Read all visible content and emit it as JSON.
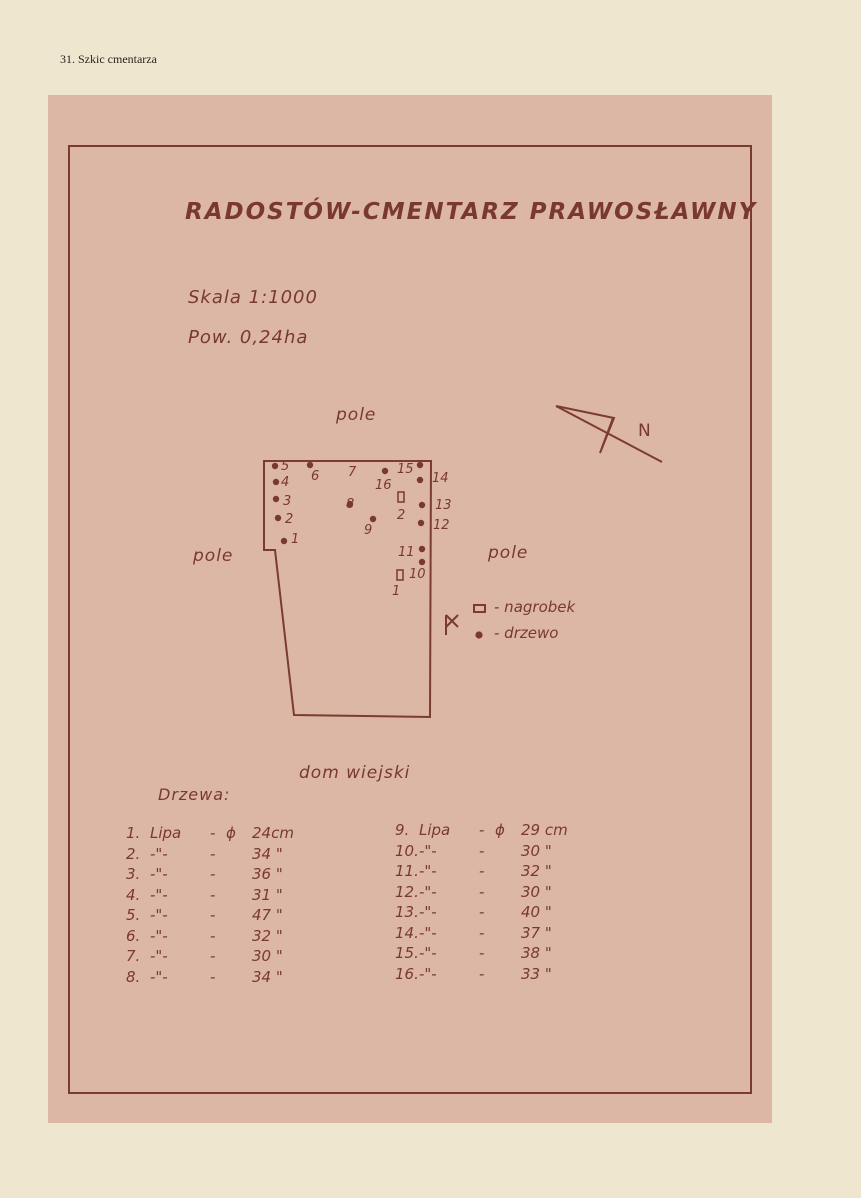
{
  "page": {
    "caption": "31. Szkic cmentarza"
  },
  "map": {
    "title": "RADOSTÓW-CMENTARZ PRAWOSŁAWNY",
    "scale": "Skala 1:1000",
    "area": "Pow. 0,24ha",
    "north_label": "N",
    "labels": {
      "top": "pole",
      "left": "pole",
      "right": "pole",
      "bottom": "dom wiejski"
    },
    "legend": {
      "grave": "- nagrobek",
      "tree": "- drzewo"
    },
    "tree_numbers": [
      "5",
      "4",
      "3",
      "2",
      "1",
      "6",
      "7",
      "8",
      "9",
      "16",
      "15",
      "14",
      "13",
      "12",
      "11",
      "10"
    ],
    "grave_numbers": [
      "2",
      "1"
    ]
  },
  "trees": {
    "heading": "Drzewa:",
    "left": [
      {
        "no": "1.",
        "species": "Lipa",
        "dash": "-",
        "phi": "ϕ",
        "size": "24cm"
      },
      {
        "no": "2.",
        "species": "-\"-",
        "dash": "-",
        "phi": "",
        "size": "34 \""
      },
      {
        "no": "3.",
        "species": "-\"-",
        "dash": "-",
        "phi": "",
        "size": "36 \""
      },
      {
        "no": "4.",
        "species": "-\"-",
        "dash": "-",
        "phi": "",
        "size": "31 \""
      },
      {
        "no": "5.",
        "species": "-\"-",
        "dash": "-",
        "phi": "",
        "size": "47 \""
      },
      {
        "no": "6.",
        "species": "-\"-",
        "dash": "-",
        "phi": "",
        "size": "32 \""
      },
      {
        "no": "7.",
        "species": "-\"-",
        "dash": "-",
        "phi": "",
        "size": "30 \""
      },
      {
        "no": "8.",
        "species": "-\"-",
        "dash": "-",
        "phi": "",
        "size": "34 \""
      }
    ],
    "right": [
      {
        "no": "9.",
        "species": "Lipa",
        "dash": "-",
        "phi": "ϕ",
        "size": "29 cm"
      },
      {
        "no": "10.",
        "species": "-\"-",
        "dash": "-",
        "phi": "",
        "size": "30 \""
      },
      {
        "no": "11.",
        "species": "-\"-",
        "dash": "-",
        "phi": "",
        "size": "32 \""
      },
      {
        "no": "12.",
        "species": "-\"-",
        "dash": "-",
        "phi": "",
        "size": "30 \""
      },
      {
        "no": "13.",
        "species": "-\"-",
        "dash": "-",
        "phi": "",
        "size": "40 \""
      },
      {
        "no": "14.",
        "species": "-\"-",
        "dash": "-",
        "phi": "",
        "size": "37 \""
      },
      {
        "no": "15.",
        "species": "-\"-",
        "dash": "-",
        "phi": "",
        "size": "38 \""
      },
      {
        "no": "16.",
        "species": "-\"-",
        "dash": "-",
        "phi": "",
        "size": "33 \""
      }
    ]
  },
  "colors": {
    "paper": "#efe6cf",
    "sheet": "#dcb7a5",
    "ink": "#7a3832"
  }
}
